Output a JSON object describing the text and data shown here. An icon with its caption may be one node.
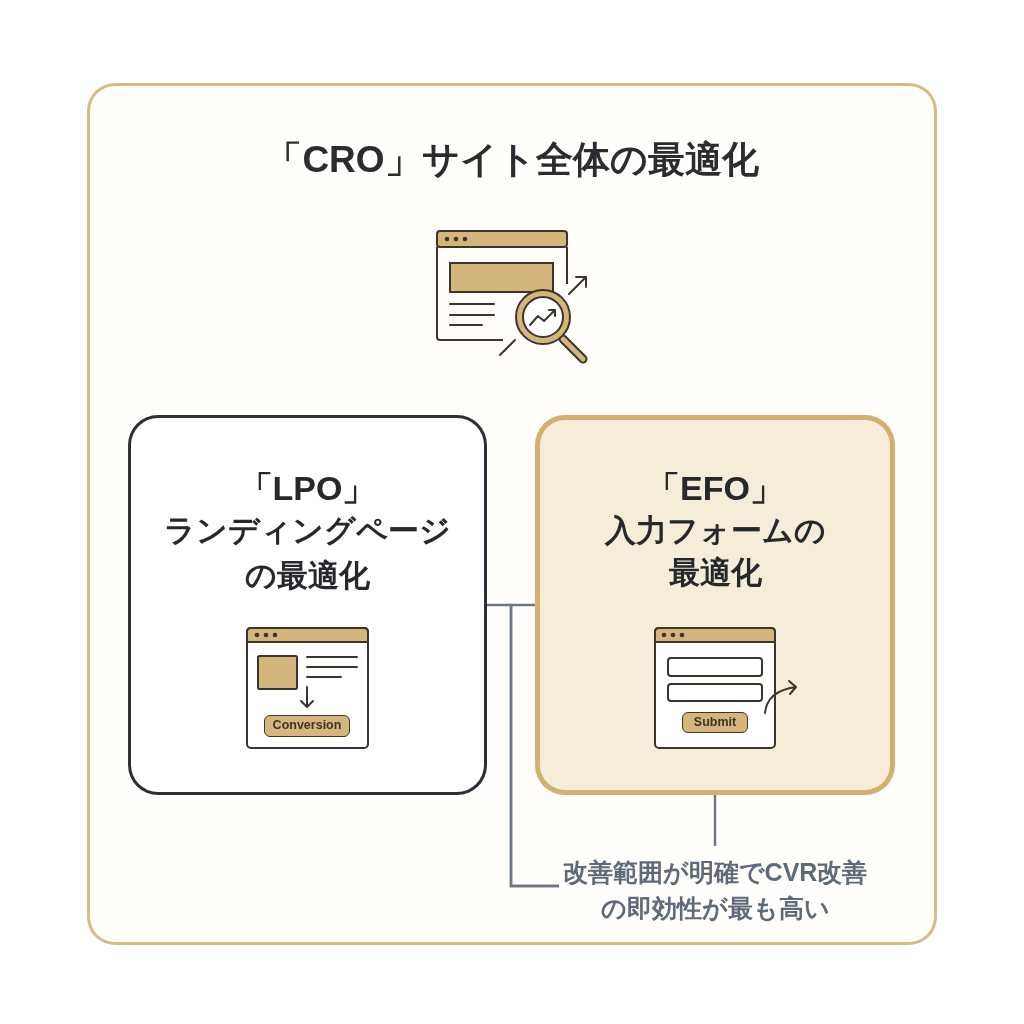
{
  "diagram": {
    "nodes": [
      {
        "text": [
          "「CRO」サイト全体の最適化"
        ]
      },
      {
        "text": [
          "「LPO」",
          "ランディングページの最適化",
          "Conversion"
        ],
        "in": 0
      },
      {
        "text": [
          "「EFO」",
          "入力フォームの最適化",
          "Submit"
        ],
        "in": 0
      },
      {
        "text": [
          "改善範囲が明確でCVR改善の即効性が最も高い"
        ],
        "in": 0
      }
    ],
    "edges": [
      {
        "from": 1,
        "to": 3,
        "arrow": "none"
      },
      {
        "from": 2,
        "to": 3,
        "arrow": "none"
      },
      {
        "from": 2,
        "to": 3,
        "arrow": "none"
      }
    ]
  }
}
